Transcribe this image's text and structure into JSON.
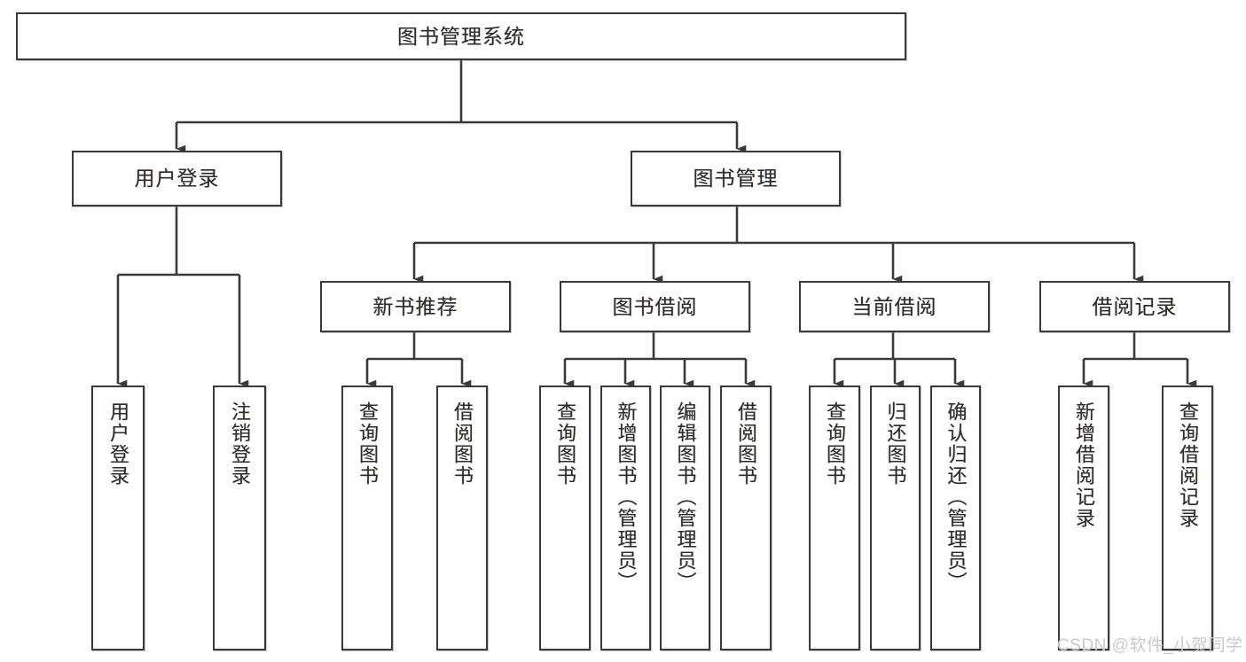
{
  "diagram": {
    "type": "tree-hierarchy",
    "title": "图书管理系统",
    "watermark": "CSDN @软件_小贺同学",
    "colors": {
      "box_border": "#3a3a3a",
      "box_fill": "#ffffff",
      "connector": "#3a3a3a",
      "text": "#2b2b2b",
      "watermark": "#c9c9c9"
    },
    "nodes": {
      "root": {
        "id": "root",
        "label": "图书管理系统",
        "level": 0
      },
      "level1": [
        {
          "id": "user-login",
          "label": "用户登录",
          "level": 1
        },
        {
          "id": "book-manage",
          "label": "图书管理",
          "level": 1
        }
      ],
      "level2": [
        {
          "id": "new-book-recommend",
          "label": "新书推荐",
          "level": 2,
          "parent": "book-manage"
        },
        {
          "id": "book-borrow",
          "label": "图书借阅",
          "level": 2,
          "parent": "book-manage"
        },
        {
          "id": "current-borrow",
          "label": "当前借阅",
          "level": 2,
          "parent": "book-manage"
        },
        {
          "id": "borrow-record",
          "label": "借阅记录",
          "level": 2,
          "parent": "book-manage"
        }
      ],
      "leaves": [
        {
          "id": "leaf-user-login",
          "label": "用户登录",
          "parent": "user-login"
        },
        {
          "id": "leaf-logout-login",
          "label": "注销登录",
          "parent": "user-login"
        },
        {
          "id": "leaf-query-book-1",
          "label": "查询图书",
          "parent": "new-book-recommend"
        },
        {
          "id": "leaf-borrow-book-1",
          "label": "借阅图书",
          "parent": "new-book-recommend"
        },
        {
          "id": "leaf-query-book-2",
          "label": "查询图书",
          "parent": "book-borrow"
        },
        {
          "id": "leaf-add-book",
          "label": "新增图书（管理员）",
          "parent": "book-borrow"
        },
        {
          "id": "leaf-edit-book",
          "label": "编辑图书（管理员）",
          "parent": "book-borrow"
        },
        {
          "id": "leaf-borrow-book-2",
          "label": "借阅图书",
          "parent": "book-borrow"
        },
        {
          "id": "leaf-query-book-3",
          "label": "查询图书",
          "parent": "current-borrow"
        },
        {
          "id": "leaf-return-book",
          "label": "归还图书",
          "parent": "current-borrow"
        },
        {
          "id": "leaf-confirm-return",
          "label": "确认归还（管理员）",
          "parent": "current-borrow"
        },
        {
          "id": "leaf-add-record",
          "label": "新增借阅记录",
          "parent": "borrow-record"
        },
        {
          "id": "leaf-query-record",
          "label": "查询借阅记录",
          "parent": "borrow-record"
        }
      ]
    }
  }
}
